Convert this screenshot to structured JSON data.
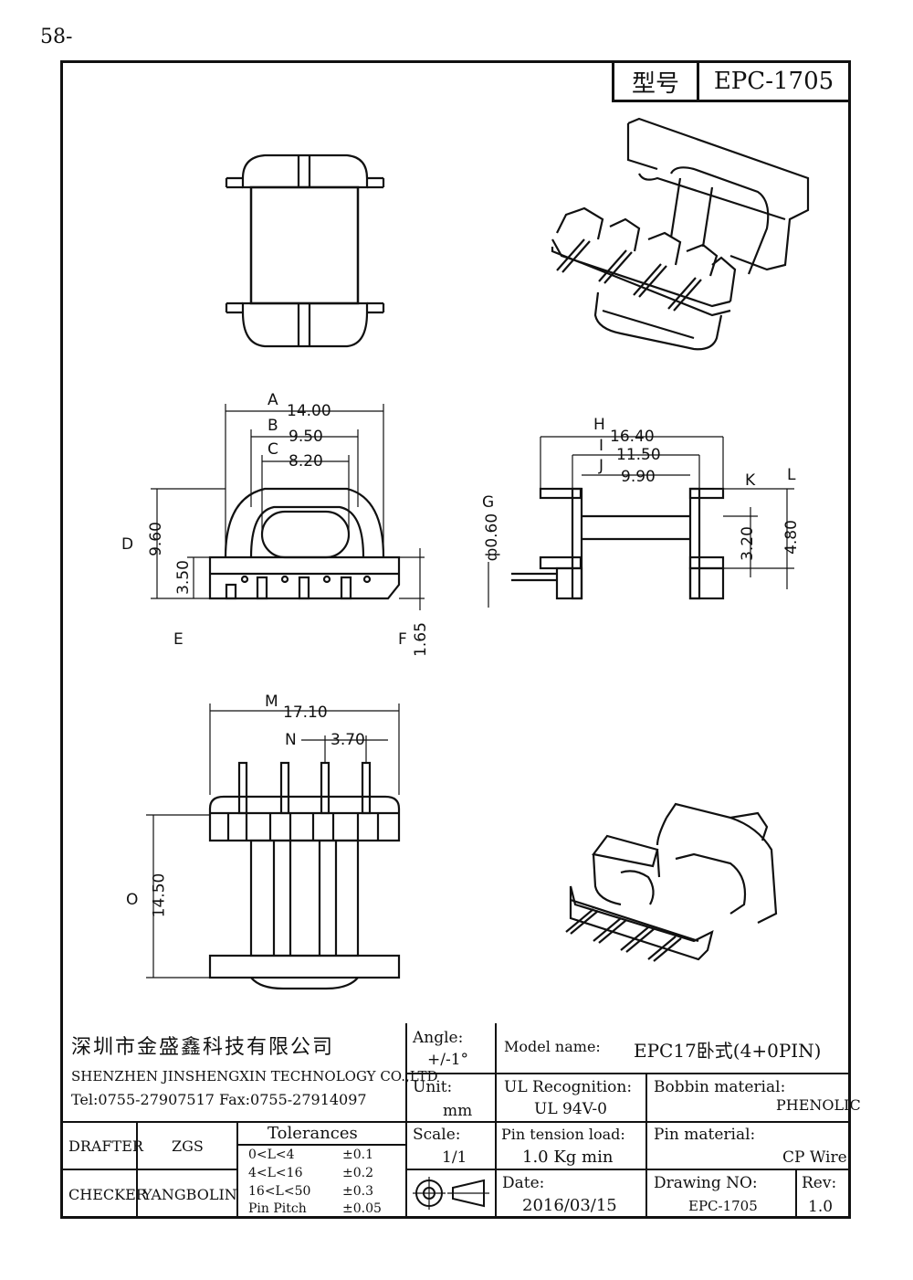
{
  "page_number": "58-",
  "header": {
    "model_key": "型号",
    "model_value": "EPC-1705"
  },
  "dims": {
    "A": "A",
    "A_val": "14.00",
    "B": "B",
    "B_val": "9.50",
    "C": "C",
    "C_val": "8.20",
    "D": "D",
    "D_val": "9.60",
    "E": "E",
    "E_val": "3.50",
    "F": "F",
    "F_val": "1.65",
    "G": "G",
    "G_val": "ф0.60",
    "H": "H",
    "H_val": "16.40",
    "I": "I",
    "I_val": "11.50",
    "J": "J",
    "J_val": "9.90",
    "K": "K",
    "K_val": "3.20",
    "L": "L",
    "L_val": "4.80",
    "M": "M",
    "M_val": "17.10",
    "N": "N",
    "N_val": "3.70",
    "O": "O",
    "O_val": "14.50"
  },
  "title_block": {
    "company_cn": "深圳市金盛鑫科技有限公司",
    "company_en": "SHENZHEN JINSHENGXIN TECHNOLOGY CO.,LTD",
    "contact": "Tel:0755-27907517   Fax:0755-27914097",
    "angle_label": "Angle:",
    "angle_value": "+/-1°",
    "unit_label": "Unit:",
    "unit_value": "mm",
    "scale_label": "Scale:",
    "scale_value": "1/1",
    "model_name_label": "Model name:",
    "model_name_value": "EPC17卧式(4+0PIN)",
    "ul_label": "UL Recognition:",
    "ul_value": "UL 94V-0",
    "bobbin_label": "Bobbin material:",
    "bobbin_value": "PHENOLIC",
    "pin_tension_label": "Pin tension load:",
    "pin_tension_value": "1.0 Kg min",
    "pin_material_label": "Pin material:",
    "pin_material_value": "CP Wire",
    "date_label": "Date:",
    "date_value": "2016/03/15",
    "drawing_no_label": "Drawing NO:",
    "drawing_no_value": "EPC-1705",
    "rev_label": "Rev:",
    "rev_value": "1.0",
    "drafter_label": "DRAFTER",
    "drafter_value": "ZGS",
    "checker_label": "CHECKER",
    "checker_value": "YANGBOLIN",
    "tolerances_title": "Tolerances",
    "tolerances": [
      {
        "range": "0<L<4",
        "value": "±0.1"
      },
      {
        "range": "4<L<16",
        "value": "±0.2"
      },
      {
        "range": "16<L<50",
        "value": "±0.3"
      },
      {
        "range": "Pin Pitch",
        "value": "±0.05"
      }
    ]
  }
}
